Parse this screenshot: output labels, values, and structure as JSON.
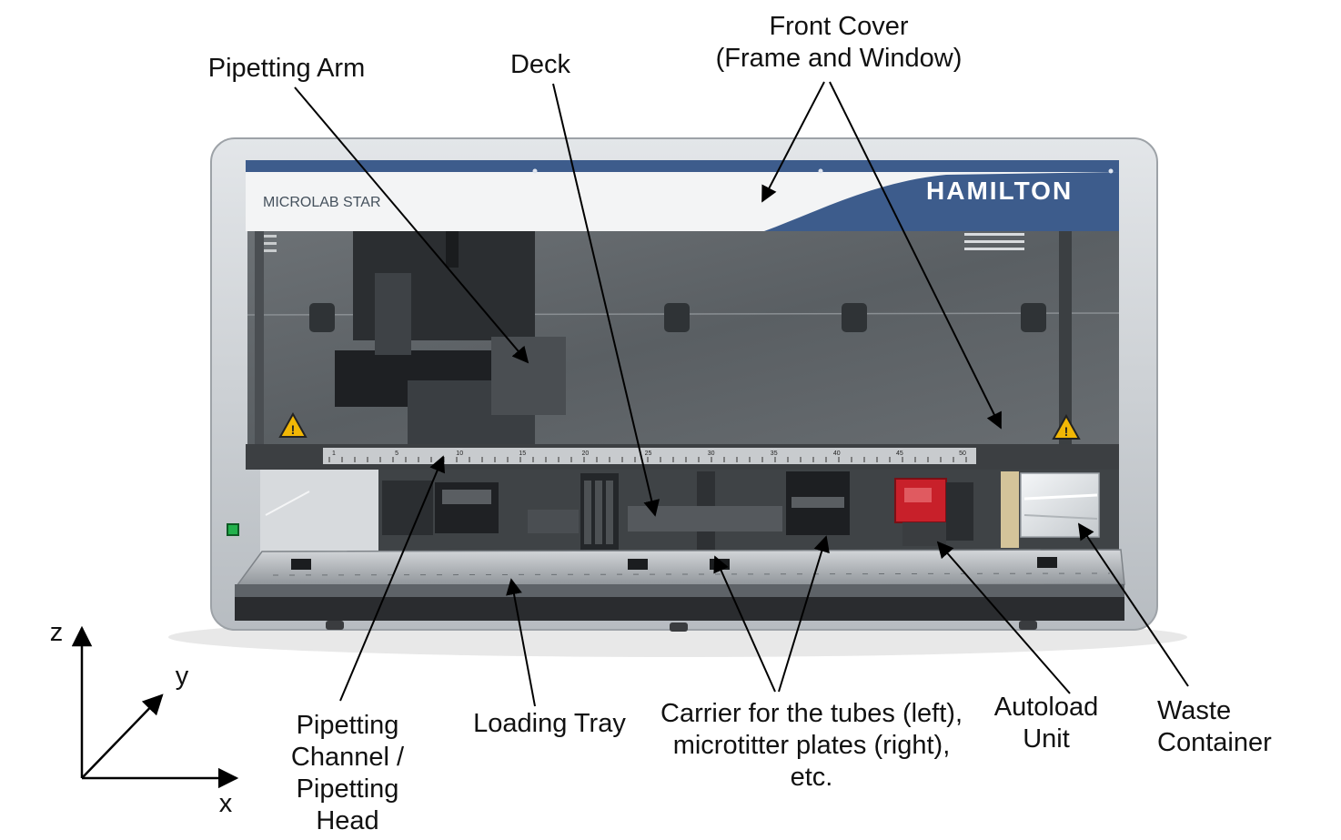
{
  "machine": {
    "model_label": "MICROLAB STAR",
    "brand": "HAMILTON",
    "brand_color": "#3d5c8c",
    "frame_color": "#c9cdd1",
    "window_color": "#5f6468",
    "warning_color": "#f2b705",
    "autoload_color": "#c8202a",
    "status_led_color": "#22b14c"
  },
  "labels": {
    "front_cover": [
      "Front Cover",
      "(Frame and Window)"
    ],
    "pipetting_arm": "Pipetting Arm",
    "deck": "Deck",
    "pipetting_channel": [
      "Pipetting",
      "Channel /",
      "Pipetting",
      "Head"
    ],
    "loading_tray": "Loading Tray",
    "carrier": [
      "Carrier for the tubes (left),",
      "microtitter plates (right),",
      "etc."
    ],
    "autoload": [
      "Autoload",
      "Unit"
    ],
    "waste": [
      "Waste",
      "Container"
    ]
  },
  "axes": {
    "z": "z",
    "y": "y",
    "x": "x"
  },
  "ruler_ticks": [
    "1",
    "5",
    "10",
    "15",
    "20",
    "25",
    "30",
    "35",
    "40",
    "45",
    "50"
  ]
}
